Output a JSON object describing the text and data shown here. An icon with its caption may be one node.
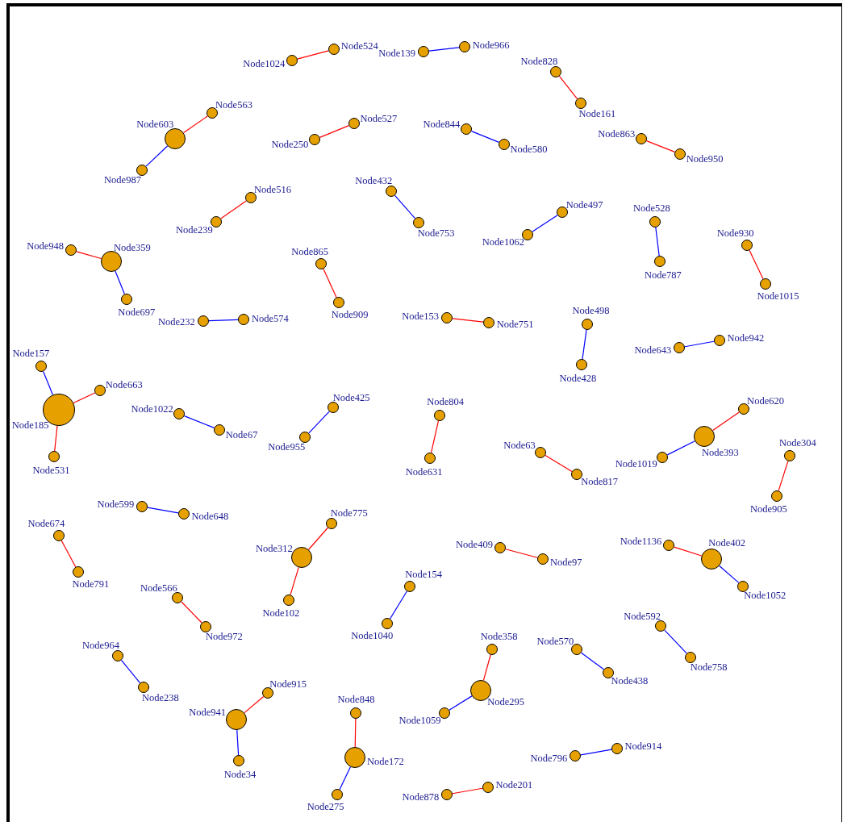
{
  "diagram": {
    "nodes": [
      {
        "text": [],
        "shape": "circle",
        "beside": [
          "Node1024"
        ]
      },
      {
        "text": [],
        "shape": "circle",
        "beside": [
          "Node524"
        ]
      },
      {
        "text": [],
        "shape": "circle",
        "beside": [
          "Node139"
        ]
      },
      {
        "text": [],
        "shape": "circle",
        "beside": [
          "Node966"
        ]
      },
      {
        "text": [],
        "shape": "circle",
        "beside": [
          "Node828"
        ]
      },
      {
        "text": [],
        "shape": "circle",
        "beside": [
          "Node161"
        ]
      },
      {
        "text": [],
        "shape": "circle",
        "beside": [
          "Node563"
        ]
      },
      {
        "text": [],
        "shape": "circle",
        "beside": [
          "Node603"
        ]
      },
      {
        "text": [],
        "shape": "circle",
        "beside": [
          "Node987"
        ]
      },
      {
        "text": [],
        "shape": "circle",
        "beside": [
          "Node250"
        ]
      },
      {
        "text": [],
        "shape": "circle",
        "beside": [
          "Node527"
        ]
      },
      {
        "text": [],
        "shape": "circle",
        "beside": [
          "Node844"
        ]
      },
      {
        "text": [],
        "shape": "circle",
        "beside": [
          "Node580"
        ]
      },
      {
        "text": [],
        "shape": "circle",
        "beside": [
          "Node863"
        ]
      },
      {
        "text": [],
        "shape": "circle",
        "beside": [
          "Node950"
        ]
      },
      {
        "text": [],
        "shape": "circle",
        "beside": [
          "Node516"
        ]
      },
      {
        "text": [],
        "shape": "circle",
        "beside": [
          "Node239"
        ]
      },
      {
        "text": [],
        "shape": "circle",
        "beside": [
          "Node432"
        ]
      },
      {
        "text": [],
        "shape": "circle",
        "beside": [
          "Node753"
        ]
      },
      {
        "text": [],
        "shape": "circle",
        "beside": [
          "Node497"
        ]
      },
      {
        "text": [],
        "shape": "circle",
        "beside": [
          "Node1062"
        ]
      },
      {
        "text": [],
        "shape": "circle",
        "beside": [
          "Node528"
        ]
      },
      {
        "text": [],
        "shape": "circle",
        "beside": [
          "Node787"
        ]
      },
      {
        "text": [],
        "shape": "circle",
        "beside": [
          "Node930"
        ]
      },
      {
        "text": [],
        "shape": "circle",
        "beside": [
          "Node1015"
        ]
      },
      {
        "text": [],
        "shape": "circle",
        "beside": [
          "Node948"
        ]
      },
      {
        "text": [],
        "shape": "circle",
        "beside": [
          "Node359"
        ]
      },
      {
        "text": [],
        "shape": "circle",
        "beside": [
          "Node697"
        ]
      },
      {
        "text": [],
        "shape": "circle",
        "beside": [
          "Node865"
        ]
      },
      {
        "text": [],
        "shape": "circle",
        "beside": [
          "Node909"
        ]
      },
      {
        "text": [],
        "shape": "circle",
        "beside": [
          "Node232"
        ]
      },
      {
        "text": [],
        "shape": "circle",
        "beside": [
          "Node574"
        ]
      },
      {
        "text": [],
        "shape": "circle",
        "beside": [
          "Node153"
        ]
      },
      {
        "text": [],
        "shape": "circle",
        "beside": [
          "Node751"
        ]
      },
      {
        "text": [],
        "shape": "circle",
        "beside": [
          "Node498"
        ]
      },
      {
        "text": [],
        "shape": "circle",
        "beside": [
          "Node428"
        ]
      },
      {
        "text": [],
        "shape": "circle",
        "beside": [
          "Node643"
        ]
      },
      {
        "text": [],
        "shape": "circle",
        "beside": [
          "Node942"
        ]
      },
      {
        "text": [],
        "shape": "circle",
        "beside": [
          "Node157"
        ]
      },
      {
        "text": [],
        "shape": "circle",
        "beside": [
          "Node185"
        ]
      },
      {
        "text": [],
        "shape": "circle",
        "beside": [
          "Node663"
        ]
      },
      {
        "text": [],
        "shape": "circle",
        "beside": [
          "Node531"
        ]
      },
      {
        "text": [],
        "shape": "circle",
        "beside": [
          "Node1022"
        ]
      },
      {
        "text": [],
        "shape": "circle",
        "beside": [
          "Node67"
        ]
      },
      {
        "text": [],
        "shape": "circle",
        "beside": [
          "Node425"
        ]
      },
      {
        "text": [],
        "shape": "circle",
        "beside": [
          "Node955"
        ]
      },
      {
        "text": [],
        "shape": "circle",
        "beside": [
          "Node804"
        ]
      },
      {
        "text": [],
        "shape": "circle",
        "beside": [
          "Node631"
        ]
      },
      {
        "text": [],
        "shape": "circle",
        "beside": [
          "Node63"
        ]
      },
      {
        "text": [],
        "shape": "circle",
        "beside": [
          "Node817"
        ]
      },
      {
        "text": [],
        "shape": "circle",
        "beside": [
          "Node620"
        ]
      },
      {
        "text": [],
        "shape": "circle",
        "beside": [
          "Node393"
        ]
      },
      {
        "text": [],
        "shape": "circle",
        "beside": [
          "Node1019"
        ]
      },
      {
        "text": [],
        "shape": "circle",
        "beside": [
          "Node304"
        ]
      },
      {
        "text": [],
        "shape": "circle",
        "beside": [
          "Node905"
        ]
      },
      {
        "text": [],
        "shape": "circle",
        "beside": [
          "Node599"
        ]
      },
      {
        "text": [],
        "shape": "circle",
        "beside": [
          "Node648"
        ]
      },
      {
        "text": [],
        "shape": "circle",
        "beside": [
          "Node674"
        ]
      },
      {
        "text": [],
        "shape": "circle",
        "beside": [
          "Node791"
        ]
      },
      {
        "text": [],
        "shape": "circle",
        "beside": [
          "Node775"
        ]
      },
      {
        "text": [],
        "shape": "circle",
        "beside": [
          "Node312"
        ]
      },
      {
        "text": [],
        "shape": "circle",
        "beside": [
          "Node102"
        ]
      },
      {
        "text": [],
        "shape": "circle",
        "beside": [
          "Node409"
        ]
      },
      {
        "text": [],
        "shape": "circle",
        "beside": [
          "Node97"
        ]
      },
      {
        "text": [],
        "shape": "circle",
        "beside": [
          "Node1136"
        ]
      },
      {
        "text": [],
        "shape": "circle",
        "beside": [
          "Node402"
        ]
      },
      {
        "text": [],
        "shape": "circle",
        "beside": [
          "Node1052"
        ]
      },
      {
        "text": [],
        "shape": "circle",
        "beside": [
          "Node566"
        ]
      },
      {
        "text": [],
        "shape": "circle",
        "beside": [
          "Node972"
        ]
      },
      {
        "text": [],
        "shape": "circle",
        "beside": [
          "Node154"
        ]
      },
      {
        "text": [],
        "shape": "circle",
        "beside": [
          "Node1040"
        ]
      },
      {
        "text": [],
        "shape": "circle",
        "beside": [
          "Node964"
        ]
      },
      {
        "text": [],
        "shape": "circle",
        "beside": [
          "Node238"
        ]
      },
      {
        "text": [],
        "shape": "circle",
        "beside": [
          "Node570"
        ]
      },
      {
        "text": [],
        "shape": "circle",
        "beside": [
          "Node438"
        ]
      },
      {
        "text": [],
        "shape": "circle",
        "beside": [
          "Node592"
        ]
      },
      {
        "text": [],
        "shape": "circle",
        "beside": [
          "Node758"
        ]
      },
      {
        "text": [],
        "shape": "circle",
        "beside": [
          "Node358"
        ]
      },
      {
        "text": [],
        "shape": "circle",
        "beside": [
          "Node295"
        ]
      },
      {
        "text": [],
        "shape": "circle",
        "beside": [
          "Node1059"
        ]
      },
      {
        "text": [],
        "shape": "circle",
        "beside": [
          "Node915"
        ]
      },
      {
        "text": [],
        "shape": "circle",
        "beside": [
          "Node941"
        ]
      },
      {
        "text": [],
        "shape": "circle",
        "beside": [
          "Node34"
        ]
      },
      {
        "text": [],
        "shape": "circle",
        "beside": [
          "Node848"
        ]
      },
      {
        "text": [],
        "shape": "circle",
        "beside": [
          "Node172"
        ]
      },
      {
        "text": [],
        "shape": "circle",
        "beside": [
          "Node275"
        ]
      },
      {
        "text": [],
        "shape": "circle",
        "beside": [
          "Node796"
        ]
      },
      {
        "text": [],
        "shape": "circle",
        "beside": [
          "Node914"
        ]
      },
      {
        "text": [],
        "shape": "circle",
        "beside": [
          "Node878"
        ]
      },
      {
        "text": [],
        "shape": "circle",
        "beside": [
          "Node201"
        ]
      }
    ],
    "edges": [
      {
        "from": 0,
        "to": 1,
        "arrow": "none",
        "color": "#ff0000"
      },
      {
        "from": 2,
        "to": 3,
        "arrow": "none",
        "color": "#0000ff"
      },
      {
        "from": 4,
        "to": 5,
        "arrow": "none",
        "color": "#ff0000"
      },
      {
        "from": 6,
        "to": 7,
        "arrow": "none",
        "color": "#ff0000"
      },
      {
        "from": 7,
        "to": 8,
        "arrow": "none",
        "color": "#0000ff"
      },
      {
        "from": 9,
        "to": 10,
        "arrow": "none",
        "color": "#ff0000"
      },
      {
        "from": 11,
        "to": 12,
        "arrow": "none",
        "color": "#0000ff"
      },
      {
        "from": 13,
        "to": 14,
        "arrow": "none",
        "color": "#ff0000"
      },
      {
        "from": 15,
        "to": 16,
        "arrow": "none",
        "color": "#ff0000"
      },
      {
        "from": 17,
        "to": 18,
        "arrow": "none",
        "color": "#0000ff"
      },
      {
        "from": 19,
        "to": 20,
        "arrow": "none",
        "color": "#0000ff"
      },
      {
        "from": 21,
        "to": 22,
        "arrow": "none",
        "color": "#0000ff"
      },
      {
        "from": 23,
        "to": 24,
        "arrow": "none",
        "color": "#ff0000"
      },
      {
        "from": 25,
        "to": 26,
        "arrow": "none",
        "color": "#ff0000"
      },
      {
        "from": 26,
        "to": 27,
        "arrow": "none",
        "color": "#0000ff"
      },
      {
        "from": 28,
        "to": 29,
        "arrow": "none",
        "color": "#ff0000"
      },
      {
        "from": 30,
        "to": 31,
        "arrow": "none",
        "color": "#0000ff"
      },
      {
        "from": 32,
        "to": 33,
        "arrow": "none",
        "color": "#ff0000"
      },
      {
        "from": 34,
        "to": 35,
        "arrow": "none",
        "color": "#0000ff"
      },
      {
        "from": 36,
        "to": 37,
        "arrow": "none",
        "color": "#0000ff"
      },
      {
        "from": 38,
        "to": 39,
        "arrow": "none",
        "color": "#0000ff"
      },
      {
        "from": 39,
        "to": 40,
        "arrow": "none",
        "color": "#ff0000"
      },
      {
        "from": 39,
        "to": 41,
        "arrow": "none",
        "color": "#ff0000"
      },
      {
        "from": 42,
        "to": 43,
        "arrow": "none",
        "color": "#0000ff"
      },
      {
        "from": 44,
        "to": 45,
        "arrow": "none",
        "color": "#0000ff"
      },
      {
        "from": 46,
        "to": 47,
        "arrow": "none",
        "color": "#ff0000"
      },
      {
        "from": 48,
        "to": 49,
        "arrow": "none",
        "color": "#ff0000"
      },
      {
        "from": 50,
        "to": 51,
        "arrow": "none",
        "color": "#ff0000"
      },
      {
        "from": 51,
        "to": 52,
        "arrow": "none",
        "color": "#0000ff"
      },
      {
        "from": 53,
        "to": 54,
        "arrow": "none",
        "color": "#ff0000"
      },
      {
        "from": 55,
        "to": 56,
        "arrow": "none",
        "color": "#0000ff"
      },
      {
        "from": 57,
        "to": 58,
        "arrow": "none",
        "color": "#ff0000"
      },
      {
        "from": 59,
        "to": 60,
        "arrow": "none",
        "color": "#ff0000"
      },
      {
        "from": 60,
        "to": 61,
        "arrow": "none",
        "color": "#ff0000"
      },
      {
        "from": 62,
        "to": 63,
        "arrow": "none",
        "color": "#ff0000"
      },
      {
        "from": 64,
        "to": 65,
        "arrow": "none",
        "color": "#ff0000"
      },
      {
        "from": 65,
        "to": 66,
        "arrow": "none",
        "color": "#0000ff"
      },
      {
        "from": 67,
        "to": 68,
        "arrow": "none",
        "color": "#ff0000"
      },
      {
        "from": 69,
        "to": 70,
        "arrow": "none",
        "color": "#0000ff"
      },
      {
        "from": 71,
        "to": 72,
        "arrow": "none",
        "color": "#0000ff"
      },
      {
        "from": 73,
        "to": 74,
        "arrow": "none",
        "color": "#0000ff"
      },
      {
        "from": 75,
        "to": 76,
        "arrow": "none",
        "color": "#0000ff"
      },
      {
        "from": 77,
        "to": 78,
        "arrow": "none",
        "color": "#ff0000"
      },
      {
        "from": 78,
        "to": 79,
        "arrow": "none",
        "color": "#0000ff"
      },
      {
        "from": 80,
        "to": 81,
        "arrow": "none",
        "color": "#ff0000"
      },
      {
        "from": 81,
        "to": 82,
        "arrow": "none",
        "color": "#0000ff"
      },
      {
        "from": 83,
        "to": 84,
        "arrow": "none",
        "color": "#ff0000"
      },
      {
        "from": 84,
        "to": 85,
        "arrow": "none",
        "color": "#0000ff"
      },
      {
        "from": 86,
        "to": 87,
        "arrow": "none",
        "color": "#0000ff"
      },
      {
        "from": 88,
        "to": 89,
        "arrow": "none",
        "color": "#ff0000"
      }
    ]
  }
}
